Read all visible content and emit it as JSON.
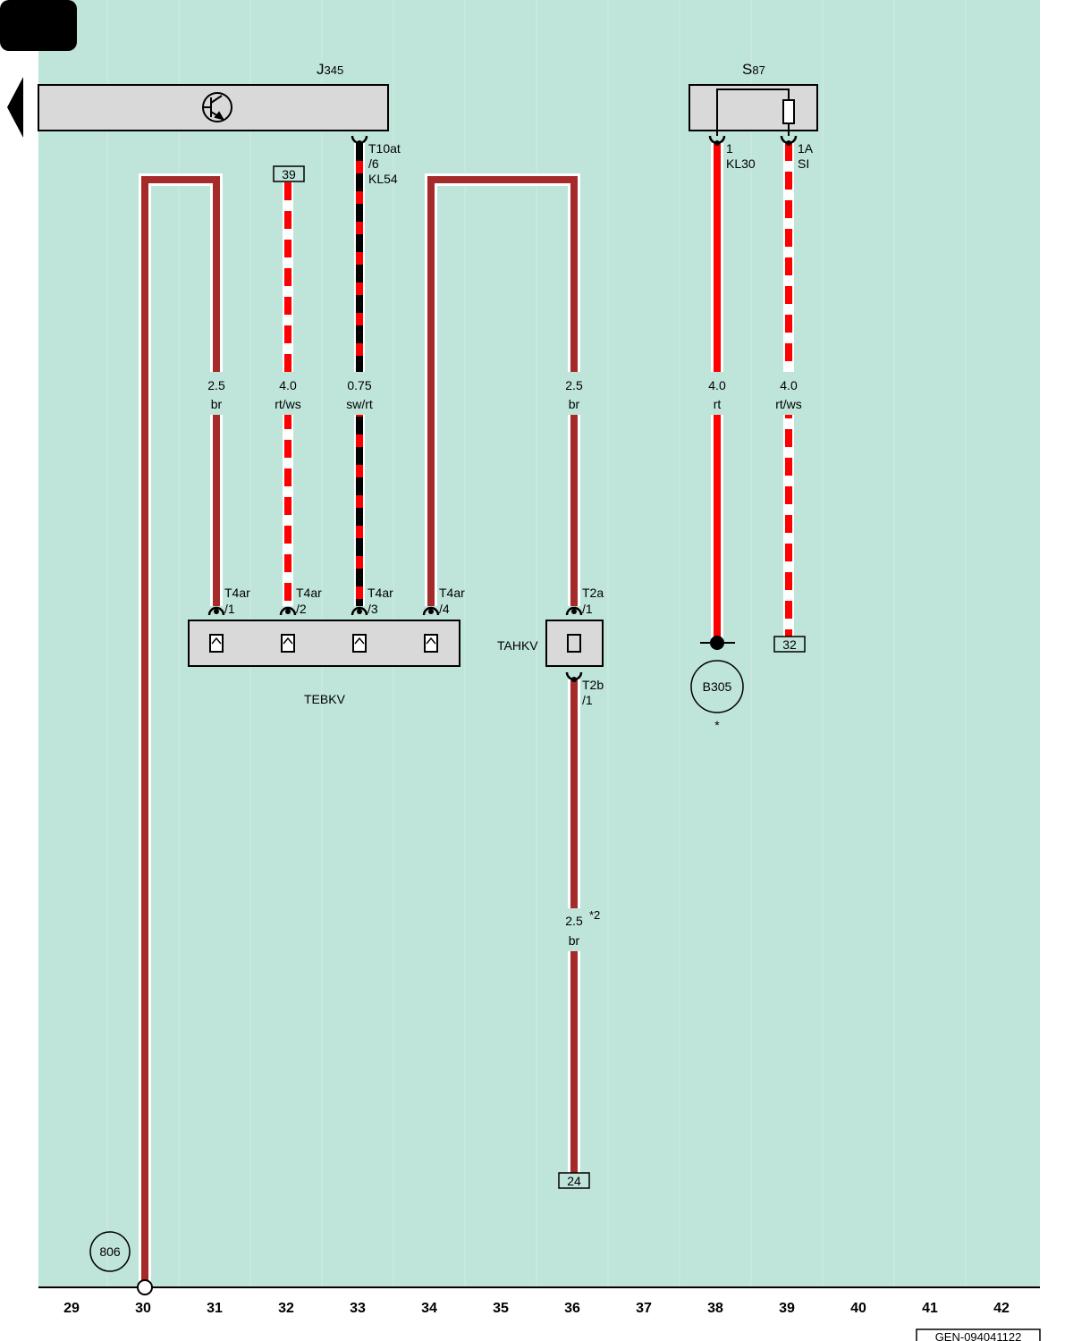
{
  "components": {
    "j345": {
      "id": "J",
      "sub": "345"
    },
    "s87": {
      "id": "S",
      "sub": "87"
    },
    "tebkv": "TEBKV",
    "tahkv": "TAHKV",
    "b305": "B305",
    "b305_note": "*",
    "ground_806": "806"
  },
  "terminals": {
    "t10at": [
      "T10at",
      "/6",
      "KL54"
    ],
    "s87_1": [
      "1",
      "KL30"
    ],
    "s87_1a": [
      "1A",
      "SI"
    ],
    "t4ar_1": [
      "T4ar",
      "/1"
    ],
    "t4ar_2": [
      "T4ar",
      "/2"
    ],
    "t4ar_3": [
      "T4ar",
      "/3"
    ],
    "t4ar_4": [
      "T4ar",
      "/4"
    ],
    "t2a_1": [
      "T2a",
      "/1"
    ],
    "t2b_1": [
      "T2b",
      "/1"
    ]
  },
  "references": {
    "ref_39": "39",
    "ref_32": "32",
    "ref_24": "24"
  },
  "wires": [
    {
      "id": "w31",
      "size": "2.5",
      "color": "br"
    },
    {
      "id": "w32",
      "size": "4.0",
      "color": "rt/ws"
    },
    {
      "id": "w33",
      "size": "0.75",
      "color": "sw/rt"
    },
    {
      "id": "w36",
      "size": "2.5",
      "color": "br"
    },
    {
      "id": "w38",
      "size": "4.0",
      "color": "rt"
    },
    {
      "id": "w39",
      "size": "4.0",
      "color": "rt/ws"
    },
    {
      "id": "w36b",
      "size": "2.5",
      "color": "br",
      "note": "*2"
    }
  ],
  "wire_colors": {
    "br": "#a52a2a",
    "rt": "#ff0000",
    "ws": "#ffffff",
    "sw": "#000000"
  },
  "background_color": "#bfe4d9",
  "current_paths": [
    "29",
    "30",
    "31",
    "32",
    "33",
    "34",
    "35",
    "36",
    "37",
    "38",
    "39",
    "40",
    "41",
    "42"
  ],
  "footer_code": "GEN-094041122"
}
